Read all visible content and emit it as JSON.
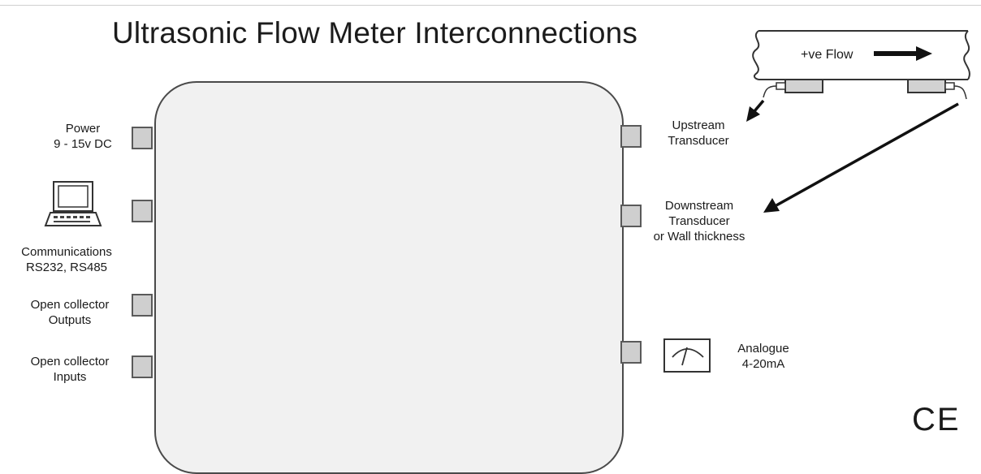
{
  "diagram": {
    "title": "Ultrasonic Flow Meter Interconnections",
    "left_ports": [
      {
        "line1": "Power",
        "line2": "9 - 15v DC",
        "icon": "none"
      },
      {
        "line1": "Communications",
        "line2": "RS232, RS485",
        "icon": "laptop-icon"
      },
      {
        "line1": "Open collector",
        "line2": "Outputs",
        "icon": "none"
      },
      {
        "line1": "Open collector",
        "line2": "Inputs",
        "icon": "none"
      }
    ],
    "right_ports": [
      {
        "line1": "Upstream",
        "line2": "Transducer",
        "line3": ""
      },
      {
        "line1": "Downstream",
        "line2": "Transducer",
        "line3": "or Wall thickness"
      },
      {
        "line1": "Analogue",
        "line2": "4-20mA",
        "line3": "",
        "icon": "analogue-meter-icon"
      }
    ],
    "pipe": {
      "label": "+ve Flow",
      "icon": "flow-arrow-icon"
    },
    "certification_mark": "CE"
  }
}
